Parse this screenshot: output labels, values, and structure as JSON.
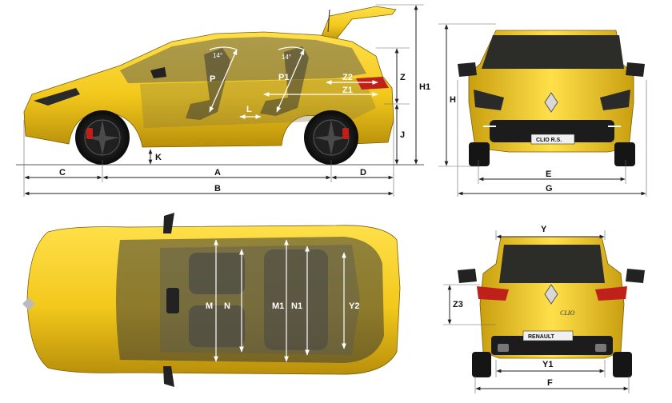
{
  "side_view": {
    "labels": {
      "A": "A",
      "B": "B",
      "C": "C",
      "D": "D",
      "K": "K",
      "J": "J",
      "Z": "Z",
      "H1": "H1",
      "P": "P",
      "P1": "P1",
      "L": "L",
      "Z1": "Z1",
      "Z2": "Z2"
    },
    "angles": {
      "front_seat": "14°",
      "rear_seat": "14°"
    }
  },
  "front_view": {
    "labels": {
      "H": "H",
      "E": "E",
      "G": "G"
    },
    "badge": "CLIO R.S."
  },
  "top_view": {
    "labels": {
      "M": "M",
      "N": "N",
      "M1": "M1",
      "N1": "N1",
      "Y2": "Y2"
    }
  },
  "rear_view": {
    "labels": {
      "Y": "Y",
      "Y1": "Y1",
      "Z3": "Z3",
      "F": "F"
    },
    "badge": "RENAULT",
    "model_script": "CLIO"
  },
  "colors": {
    "body_yellow": "#f2c81c",
    "shadow_yellow": "#b08a08",
    "tyre": "#1b1b1b",
    "glass": "#3a3a36"
  }
}
